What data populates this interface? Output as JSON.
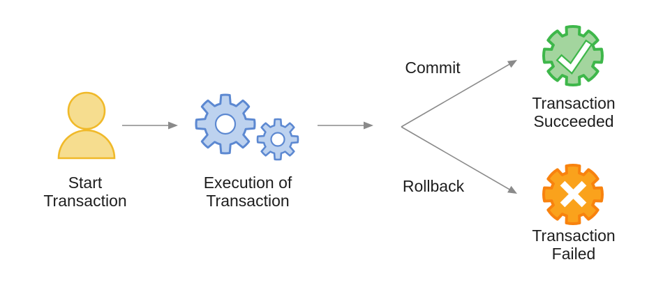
{
  "diagram": {
    "nodes": {
      "start": {
        "label": "Start\nTransaction",
        "icon": "person-icon"
      },
      "execution": {
        "label": "Execution of\nTransaction",
        "icon": "gears-icon"
      },
      "succeeded": {
        "label": "Transaction\nSucceeded",
        "icon": "gear-check-icon"
      },
      "failed": {
        "label": "Transaction\nFailed",
        "icon": "gear-cross-icon"
      }
    },
    "edges": {
      "commit": {
        "label": "Commit"
      },
      "rollback": {
        "label": "Rollback"
      }
    }
  },
  "colors": {
    "background": "#ffffff",
    "text": "#1d1d1d",
    "arrow": "#8a8a8a",
    "person-fill": "#f6dd8f",
    "person-stroke": "#f0b929",
    "gear-fill": "#bdd2ef",
    "gear-stroke": "#5c88d1",
    "success-fill": "#a3d59e",
    "success-stroke": "#3eb74a",
    "fail-fill": "#faa21c",
    "fail-stroke": "#f8820e"
  }
}
